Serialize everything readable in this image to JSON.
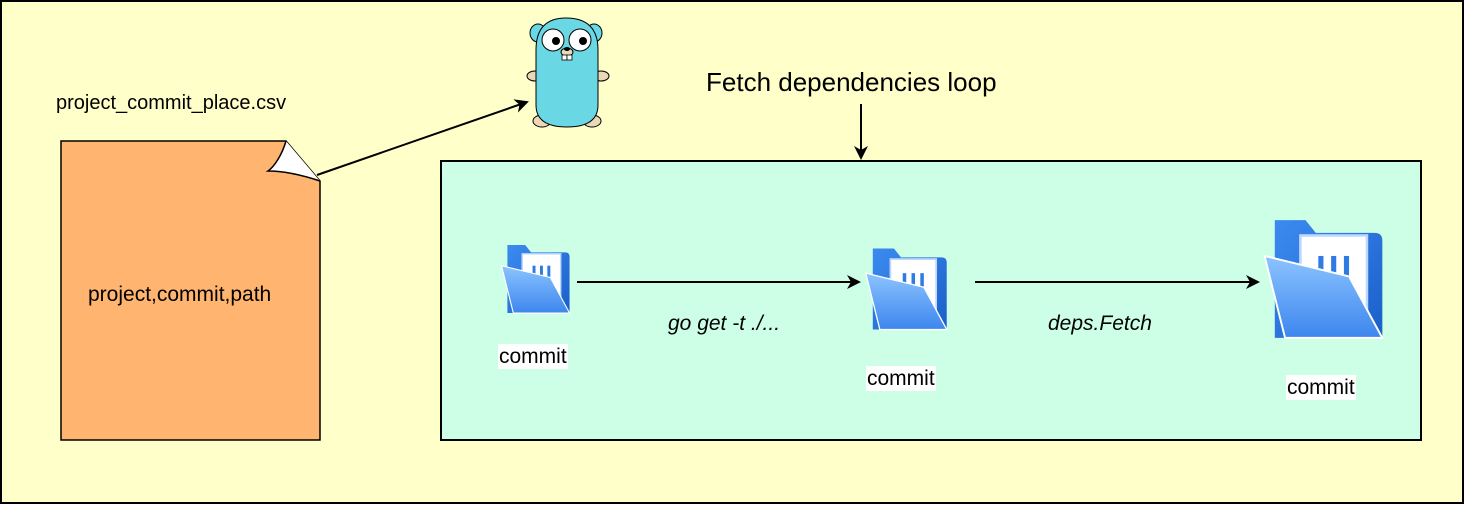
{
  "diagram": {
    "colors": {
      "background": "#FFFFC9",
      "loop_box": "#CCFFE6",
      "document": "#FFB570",
      "folder_blue": "#2F7BE4",
      "gopher": "#6AD7E5"
    },
    "file_name": "project_commit_place.csv",
    "document_text": "project,commit,path",
    "loop_title": "Fetch dependencies loop",
    "nodes": [
      {
        "label": "commit",
        "icon": "folder-icon"
      },
      {
        "label": "commit",
        "icon": "folder-icon"
      },
      {
        "label": "commit",
        "icon": "folder-icon"
      }
    ],
    "edges": [
      {
        "label": "go get -t ./..."
      },
      {
        "label": "deps.Fetch"
      }
    ],
    "mascot": "go-gopher-icon"
  }
}
